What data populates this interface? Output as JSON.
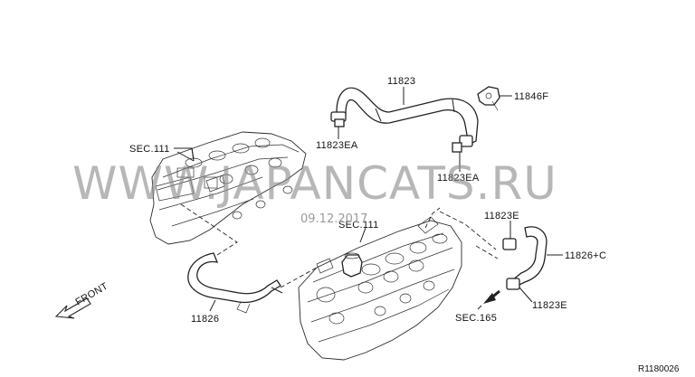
{
  "parts": {
    "sec111_upper": "SEC.111",
    "sec111_lower": "SEC.111",
    "p11823": "11823",
    "p11823EA_left": "11823EA",
    "p11823EA_right": "11823EA",
    "p11846F": "11846F",
    "p11823E_top": "11823E",
    "p11823E_bottom": "11823E",
    "p11826C": "11826+C",
    "p11826": "11826",
    "sec165": "SEC.165",
    "front": "FRONT"
  },
  "watermark": {
    "site": "WWW.JAPANCATS.RU",
    "date": "09.12.2017"
  },
  "diagram_code": "R1180026"
}
